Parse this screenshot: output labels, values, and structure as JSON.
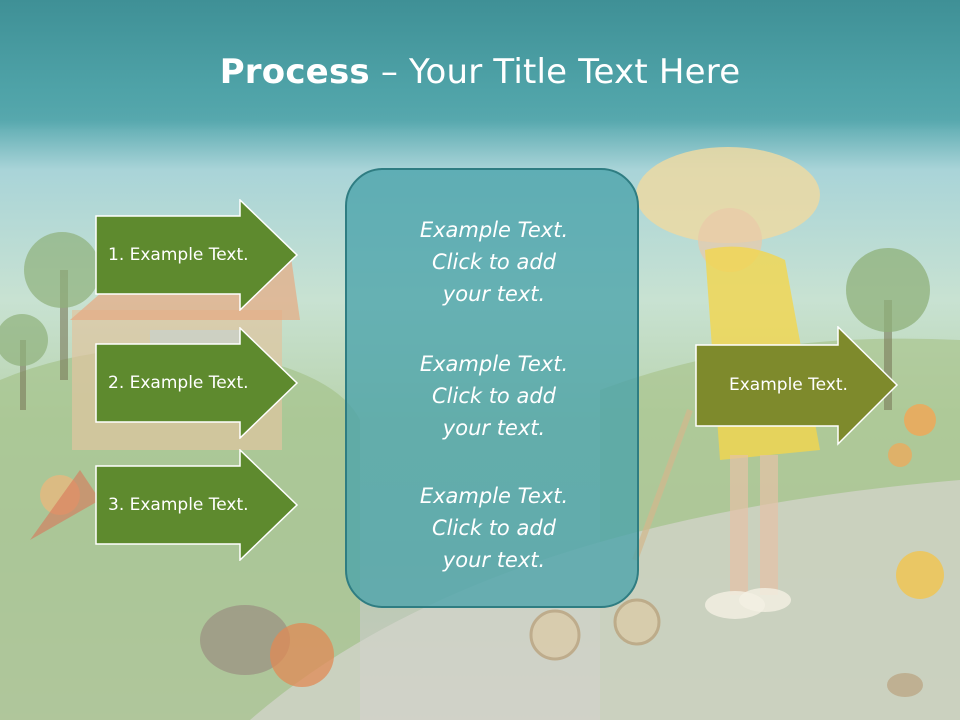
{
  "slide": {
    "title_bold": "Process",
    "title_rest": " – Your Title Text Here"
  },
  "left_arrows": [
    {
      "label": "1. Example Text."
    },
    {
      "label": "2. Example Text."
    },
    {
      "label": "3. Example Text."
    }
  ],
  "center_box": {
    "paragraphs": [
      {
        "line1": "Example Text.",
        "line2": "Click  to add",
        "line3": "your text."
      },
      {
        "line1": "Example Text.",
        "line2": "Click  to add",
        "line3": "your text."
      },
      {
        "line1": "Example Text.",
        "line2": "Click  to add",
        "line3": "your text."
      }
    ]
  },
  "right_arrow": {
    "label": "Example Text."
  },
  "colors": {
    "title_band": "#4fa3a8",
    "left_arrow_fill": "#5e8a2e",
    "right_arrow_fill": "#7e8a2c",
    "center_box_fill": "#4aa3aa",
    "text": "#ffffff"
  }
}
